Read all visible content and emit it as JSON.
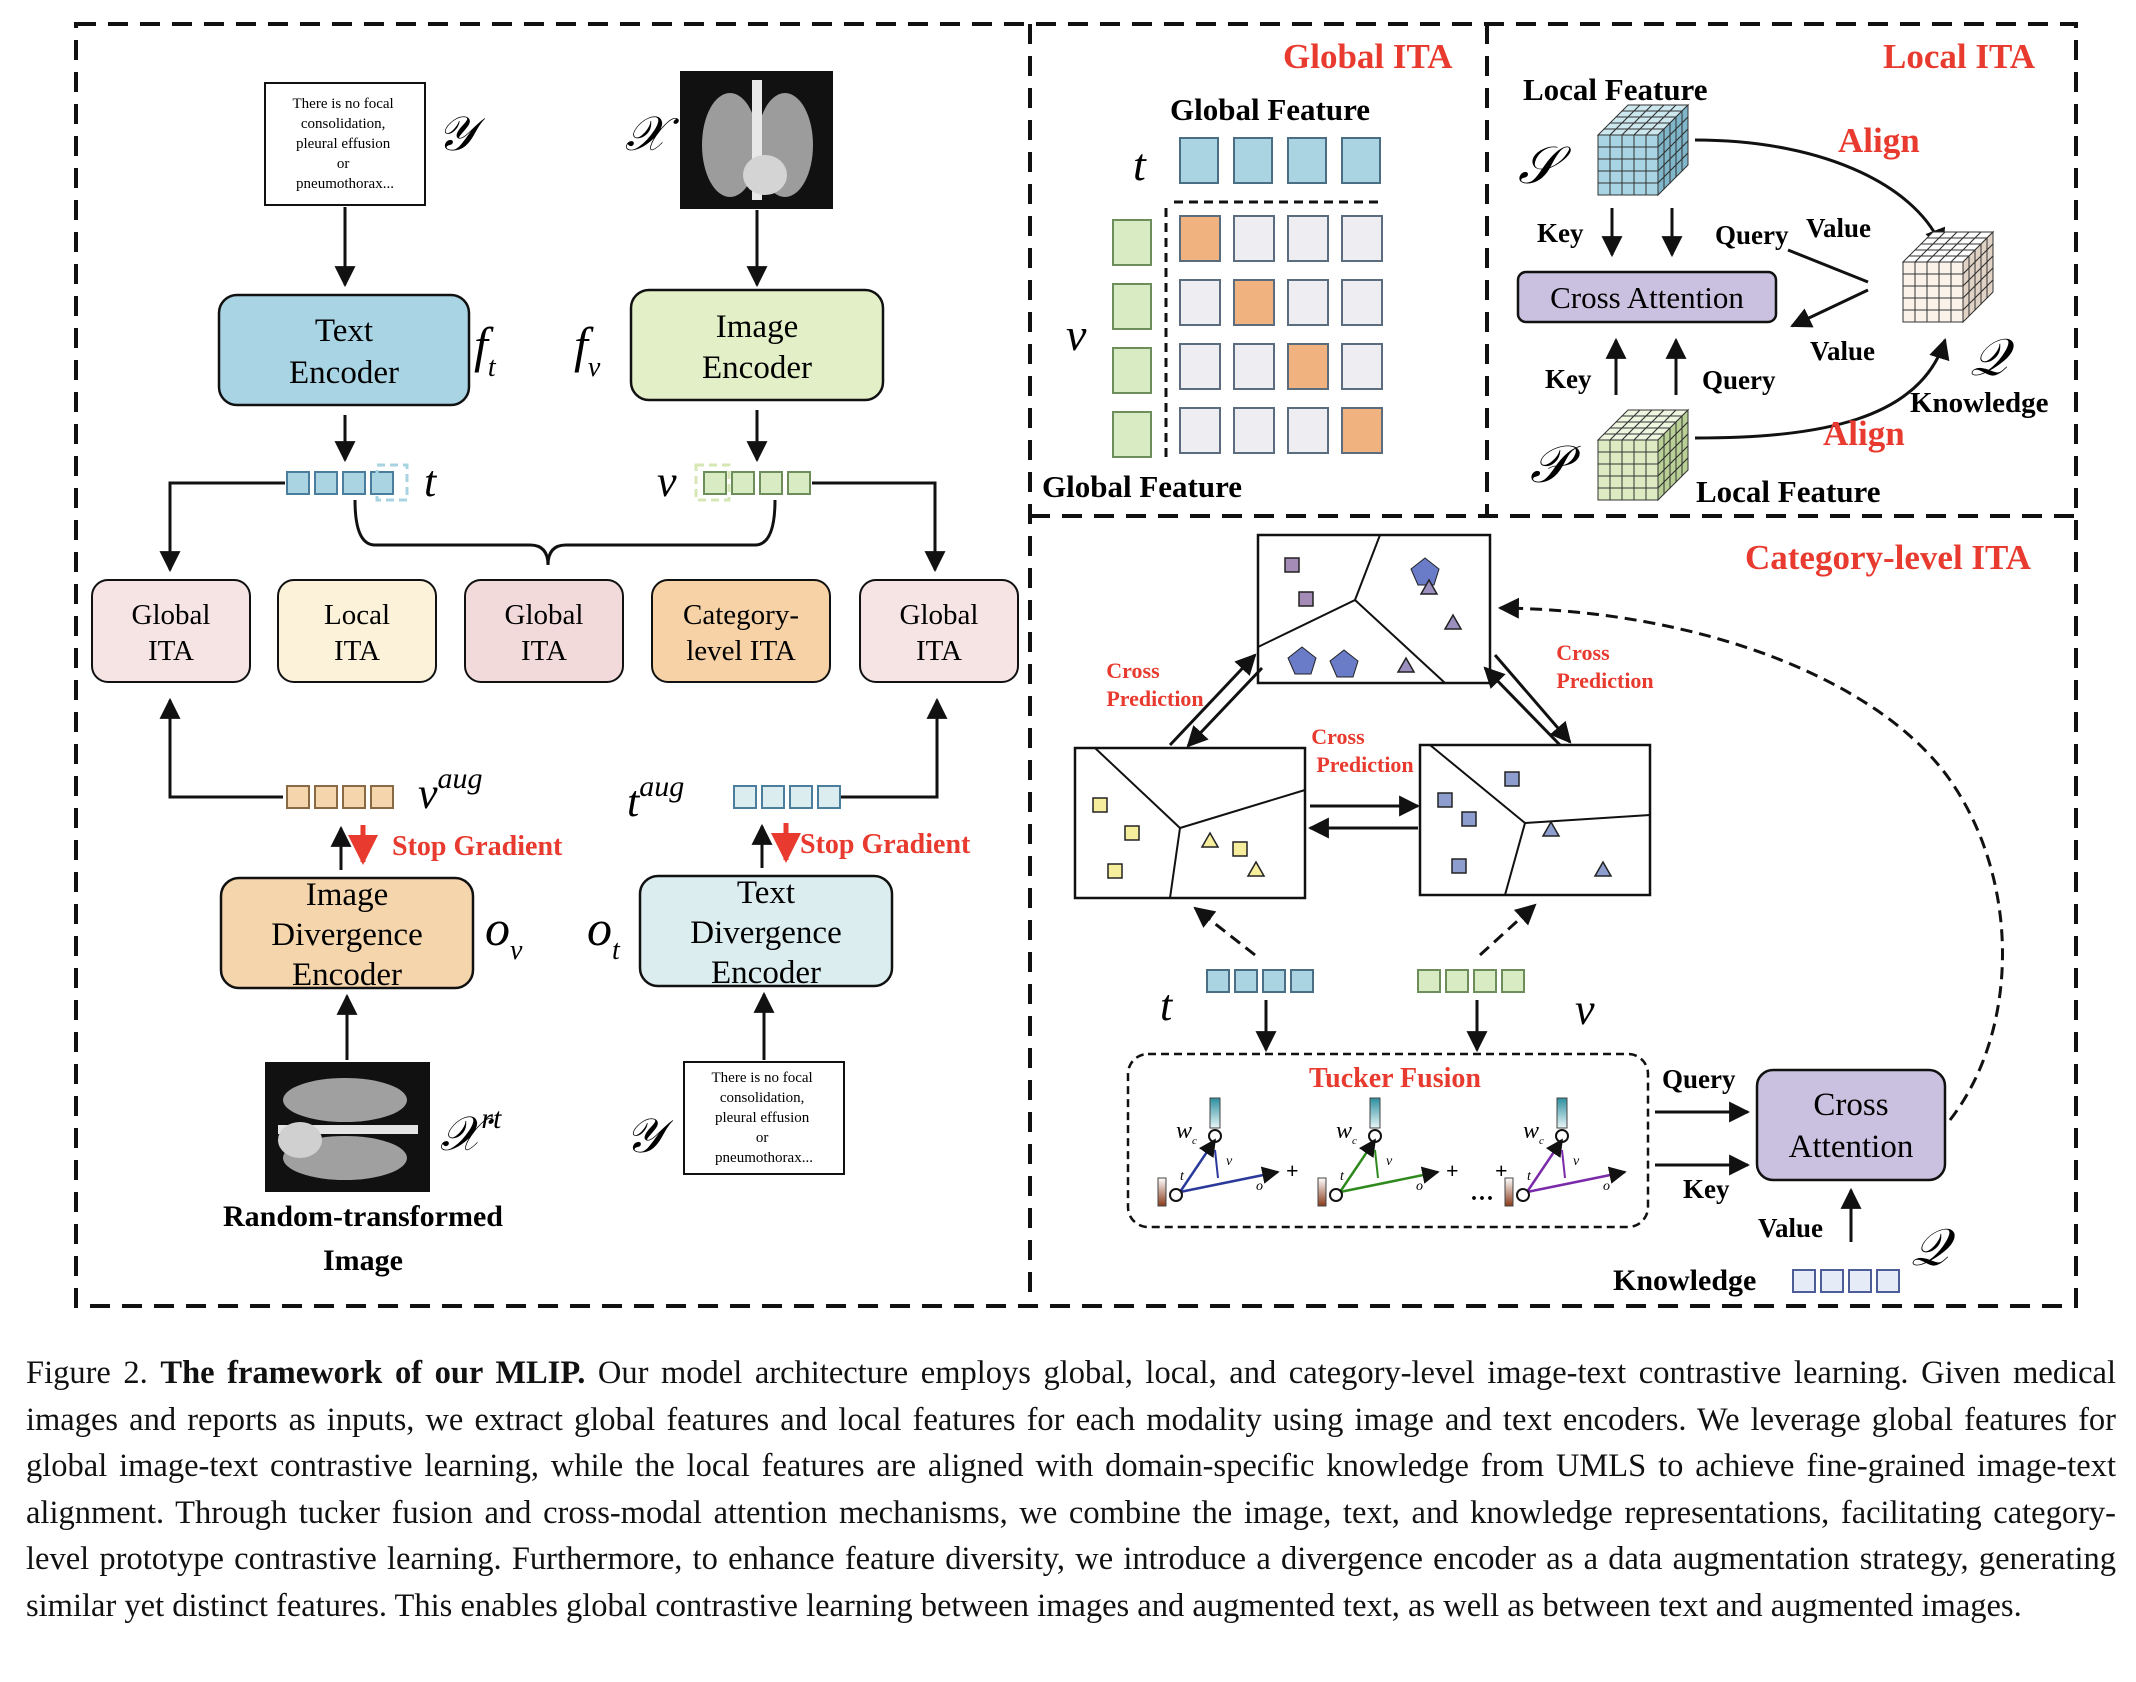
{
  "left": {
    "text_input": "There is no focal consolidation, pleural effusion or pneumothorax...",
    "sym_y": "𝒴",
    "sym_x": "𝒳",
    "text_encoder": [
      "Text",
      "Encoder"
    ],
    "image_encoder": [
      "Image",
      "Encoder"
    ],
    "f_t": "f",
    "f_t_sub": "t",
    "f_v": "f",
    "f_v_sub": "v",
    "t_label": "t",
    "v_label": "v",
    "ita_boxes": [
      [
        "Global",
        "ITA"
      ],
      [
        "Local",
        "ITA"
      ],
      [
        "Global",
        "ITA"
      ],
      [
        "Category-",
        "level ITA"
      ],
      [
        "Global",
        "ITA"
      ]
    ],
    "v_aug": "v",
    "v_aug_sup": "aug",
    "t_aug": "t",
    "t_aug_sup": "aug",
    "stop_gradient": "Stop Gradient",
    "image_divergence": [
      "Image",
      "Divergence",
      "Encoder"
    ],
    "text_divergence": [
      "Text",
      "Divergence",
      "Encoder"
    ],
    "o_v": "o",
    "o_v_sub": "v",
    "o_t": "o",
    "o_t_sub": "t",
    "sym_xrt": "𝒳",
    "sym_xrt_sup": "rt",
    "random_label": [
      "Random-transformed",
      "Image"
    ]
  },
  "global_ita": {
    "title": "Global ITA",
    "top_label": "Global Feature",
    "bottom_label": "Global Feature",
    "t": "t",
    "v": "v"
  },
  "local_ita": {
    "title": "Local ITA",
    "local_feature_top": "Local Feature",
    "local_feature_bottom": "Local Feature",
    "align_top": "Align",
    "align_bottom": "Align",
    "key_top": "Key",
    "query_top": "Query",
    "value_top": "Value",
    "cross_attention": "Cross Attention",
    "value_mid": "Value",
    "key_bottom": "Key",
    "query_bottom": "Query",
    "knowledge": "Knowledge",
    "sym_s": "𝒮",
    "sym_p": "𝒫",
    "sym_q": "𝒬"
  },
  "category_ita": {
    "title": "Category-level ITA",
    "cross_prediction": [
      "Cross",
      "Prediction"
    ],
    "t": "t",
    "v": "v",
    "tucker_fusion": "Tucker Fusion",
    "query": "Query",
    "key": "Key",
    "value": "Value",
    "knowledge": "Knowledge",
    "sym_q": "𝒬",
    "cross_attention": [
      "Cross",
      "Attention"
    ],
    "w": "w",
    "w_sub": "c",
    "axis_t": "t",
    "axis_v": "v",
    "axis_o": "o",
    "plus": "+",
    "ellipsis": "···"
  },
  "caption": {
    "prefix": "Figure 2.",
    "title": "The framework of our MLIP.",
    "body": "Our model architecture employs global, local, and category-level image-text contrastive learning. Given medical images and reports as inputs, we extract global features and local features for each modality using image and text encoders. We leverage global features for global image-text contrastive learning, while the local features are aligned with domain-specific knowledge from UMLS to achieve fine-grained image-text alignment.  Through tucker fusion and cross-modal attention mechanisms, we combine the image, text, and knowledge representations, facilitating category-level prototype contrastive learning. Furthermore, to enhance feature diversity, we introduce a divergence encoder as a data augmentation strategy, generating similar yet distinct features. This enables global contrastive learning between images and augmented text, as well as between text and augmented images."
  },
  "colors": {
    "text_enc": "#a9d4e3",
    "image_enc": "#e3efc6",
    "img_div": "#f5d5ab",
    "txt_div": "#dcedf0",
    "ita_global": "#f6e4e5",
    "ita_local": "#fbf2d9",
    "ita_global_mid": "#f2dadb",
    "ita_category": "#f6d2a6",
    "cross_att": "#c9c1df",
    "red": "#e83a2e",
    "blue_cell": "#aad4e2",
    "green_cell": "#d9ebc3",
    "orange_cell": "#f0b27f",
    "gray_cell": "#eeeef2"
  }
}
